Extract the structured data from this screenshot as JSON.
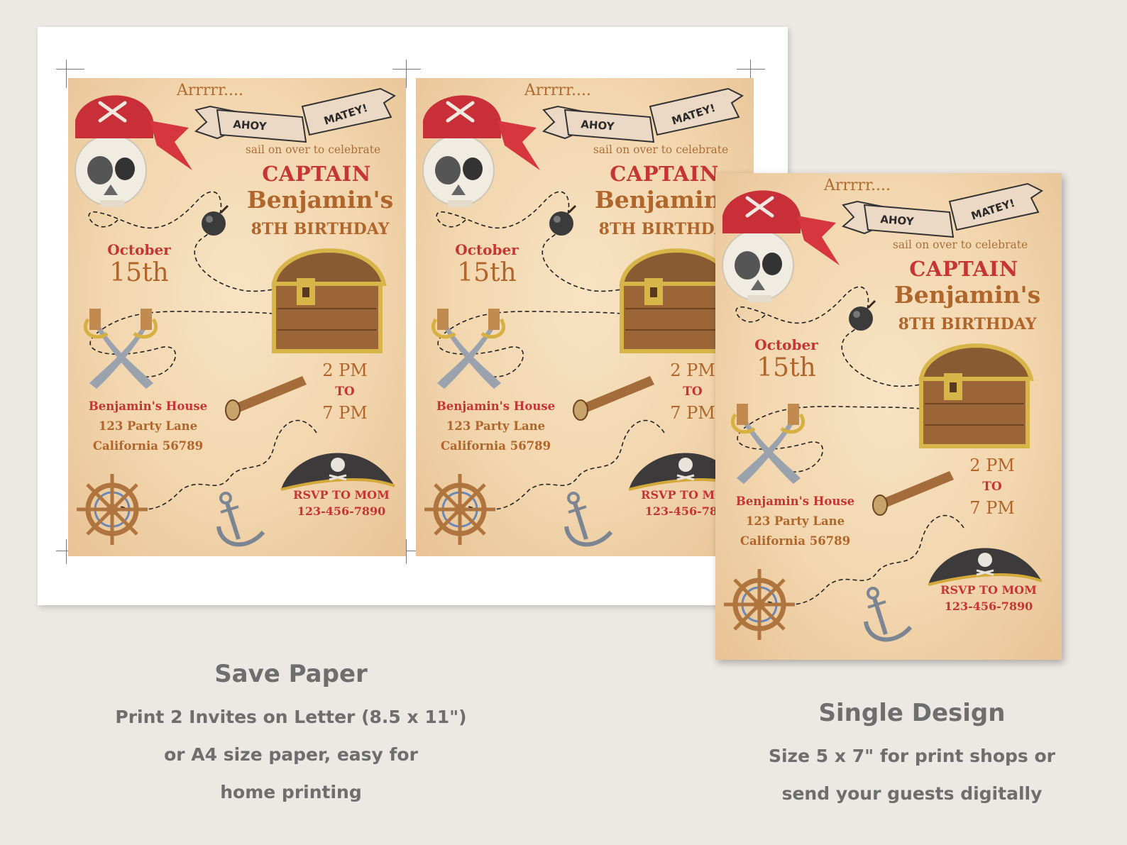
{
  "invite": {
    "arrr": "Arrrrr....",
    "banner_left": "AHOY",
    "banner_right": "MATEY!",
    "sail": "sail on over to celebrate",
    "captain": "CAPTAIN",
    "name": "Benjamin's",
    "birthday": "8TH BIRTHDAY",
    "month": "October",
    "day": "15th",
    "time_start": "2 PM",
    "time_to": "TO",
    "time_end": "7 PM",
    "location": "Benjamin's House",
    "street": "123 Party Lane",
    "city": "California 56789",
    "rsvp": "RSVP TO MOM",
    "phone": "123-456-7890"
  },
  "left_caption": {
    "title": "Save Paper",
    "lines": [
      "Print 2 Invites on Letter (8.5 x 11\")",
      "or A4 size paper, easy for",
      "home printing"
    ]
  },
  "right_caption": {
    "title": "Single Design",
    "lines": [
      "Size 5 x 7\" for print shops or",
      "send your guests digitally"
    ]
  },
  "colors": {
    "background": "#ece8e4",
    "parchment": "#f2d6ae",
    "red": "#c53534",
    "brown": "#b0652a",
    "caption": "#6e6e6e"
  }
}
